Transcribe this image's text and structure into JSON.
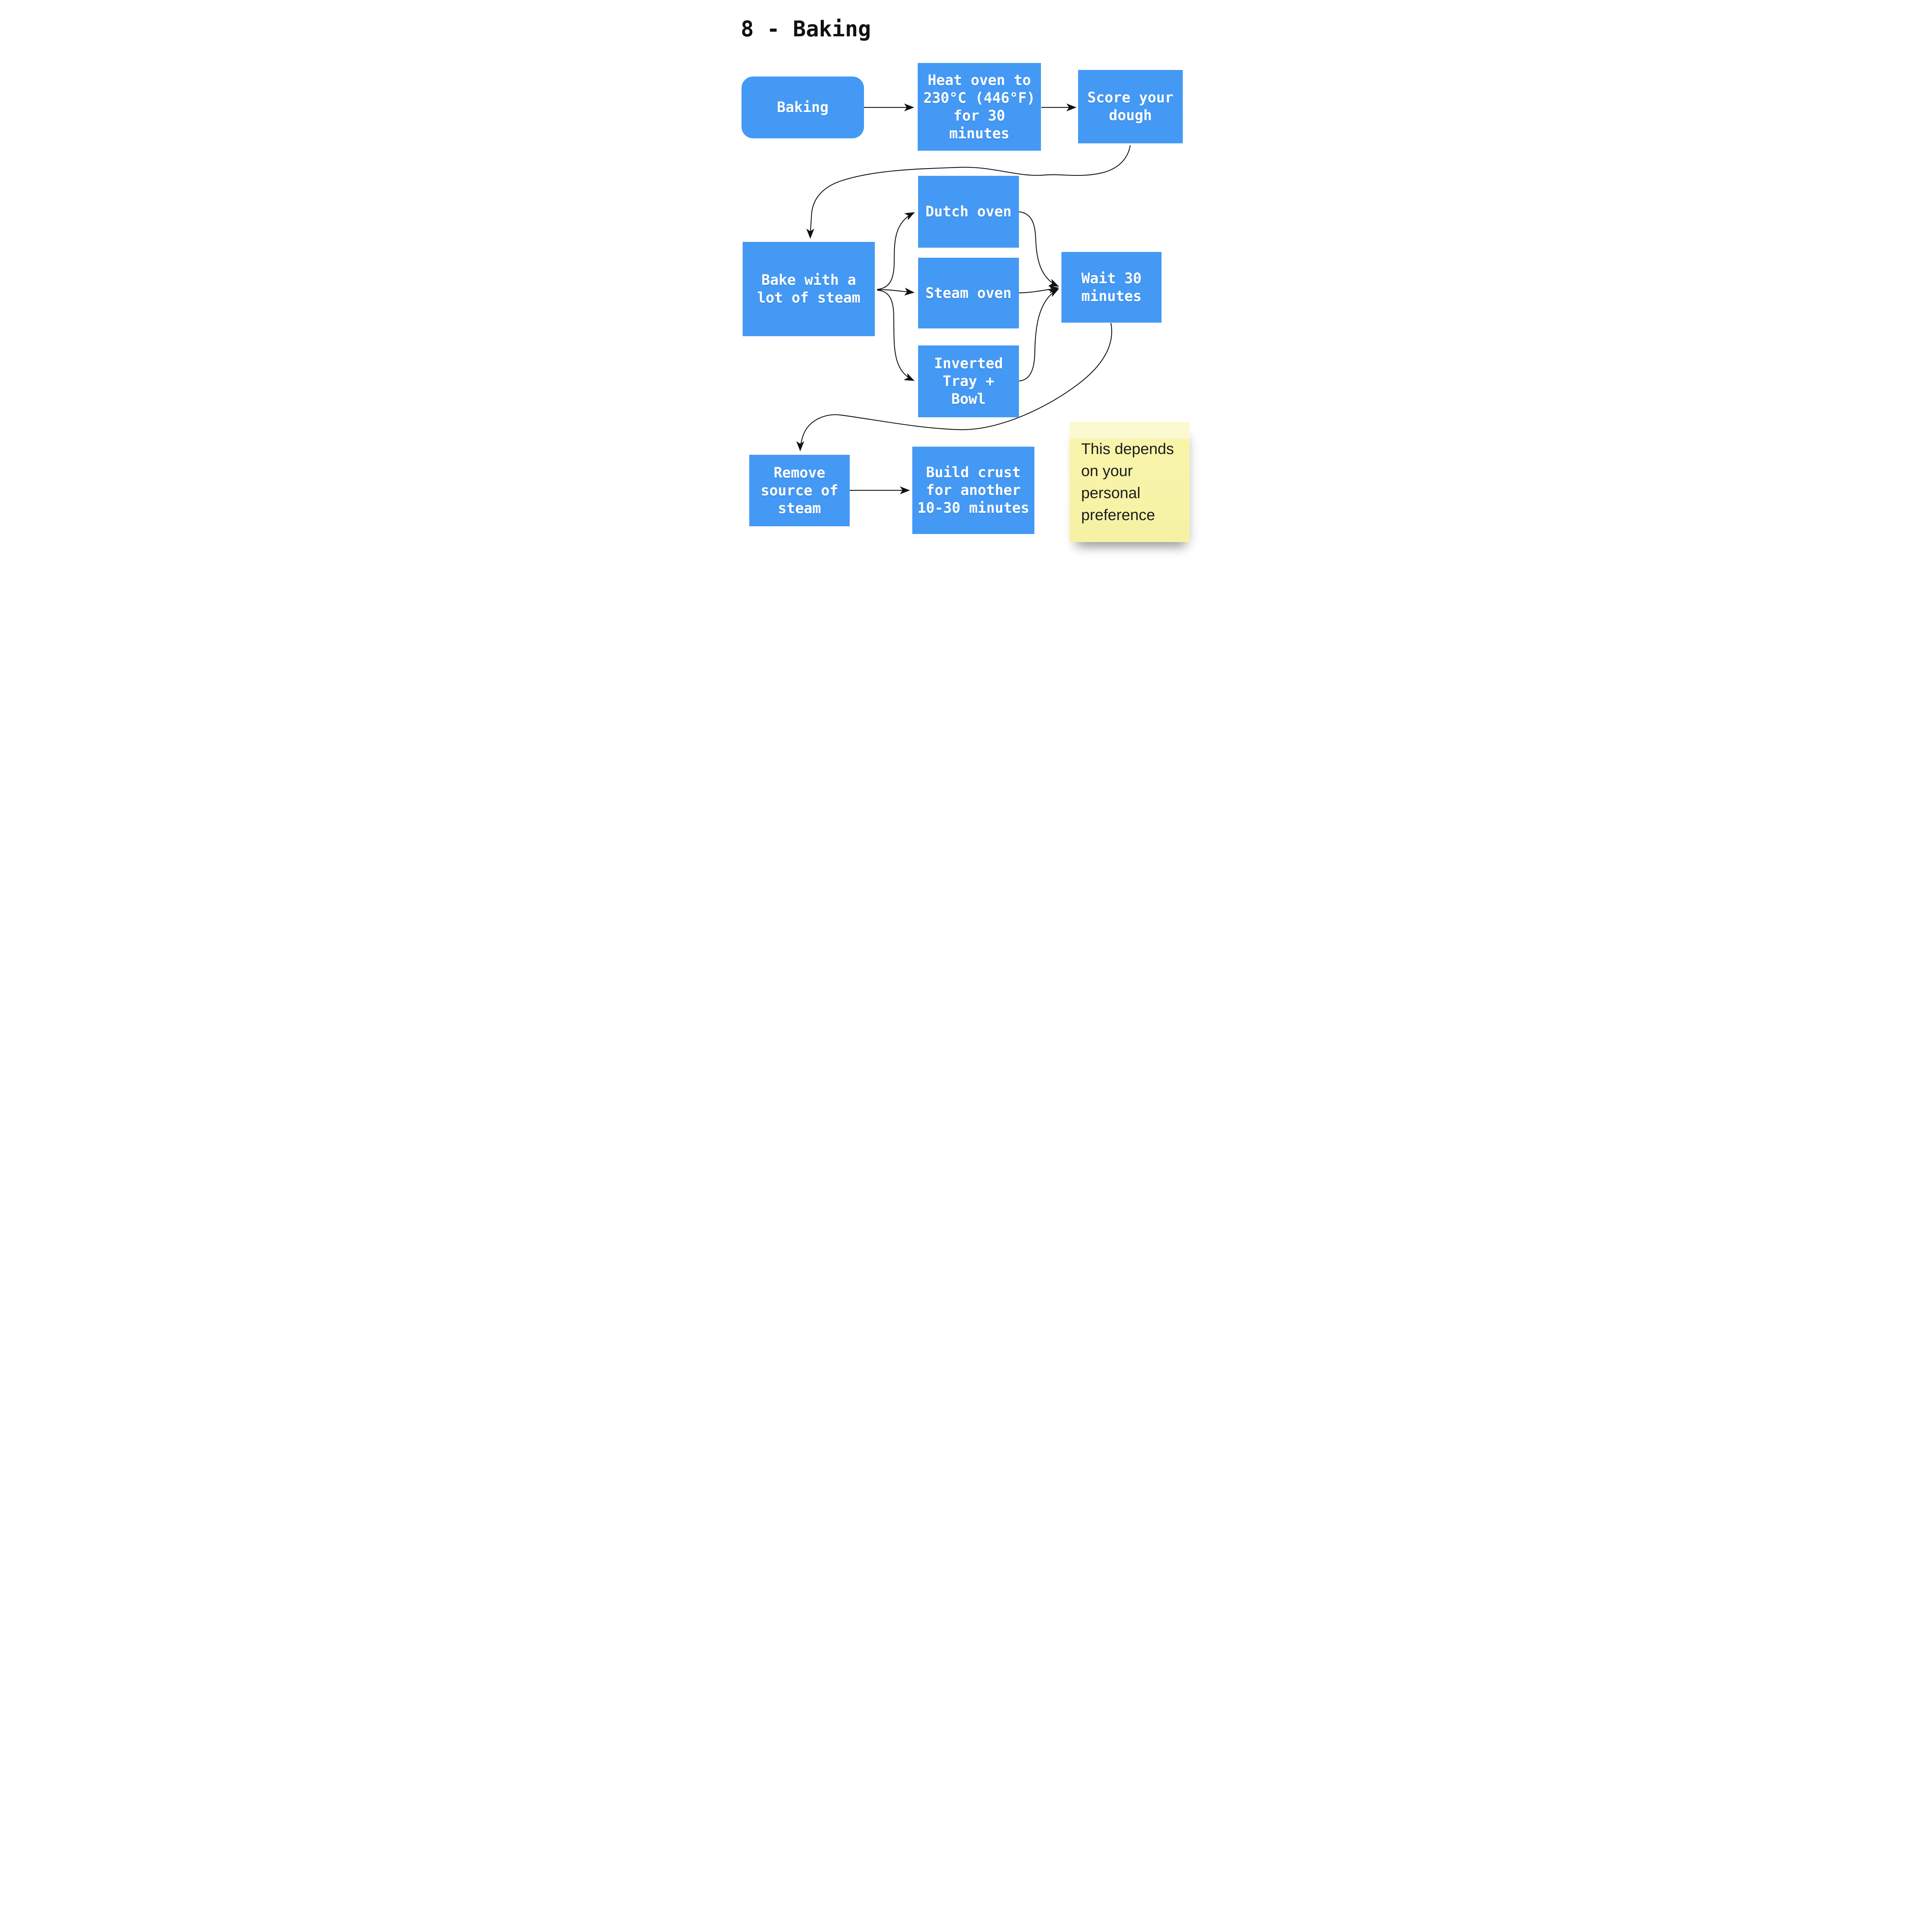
{
  "title": "8 - Baking",
  "colors": {
    "background": "#FFFFFF",
    "node_fill": "#4499F5",
    "node_text": "#FFFFFF",
    "connector": "#111111",
    "title_text": "#111111",
    "sticky_fill": "#F8F4AB",
    "sticky_fill_top": "#FBF9CF",
    "sticky_text": "#1C1C1C"
  },
  "nodes": {
    "baking": {
      "label": "Baking",
      "shape": "rounded-rectangle"
    },
    "heat": {
      "label": "Heat oven to\n230°C (446°F)\nfor 30\nminutes",
      "shape": "rectangle"
    },
    "score": {
      "label": "Score your\ndough",
      "shape": "rectangle"
    },
    "bake": {
      "label": "Bake with a\nlot of steam",
      "shape": "rectangle"
    },
    "dutch": {
      "label": "Dutch oven",
      "shape": "rectangle"
    },
    "steam": {
      "label": "Steam oven",
      "shape": "rectangle"
    },
    "inverted": {
      "label": "Inverted\nTray +\nBowl",
      "shape": "rectangle"
    },
    "wait": {
      "label": "Wait 30\nminutes",
      "shape": "rectangle"
    },
    "remove": {
      "label": "Remove\nsource of\nsteam",
      "shape": "rectangle"
    },
    "build": {
      "label": "Build crust\nfor another\n10-30 minutes",
      "shape": "rectangle"
    }
  },
  "edges": [
    {
      "from": "baking",
      "to": "heat"
    },
    {
      "from": "heat",
      "to": "score"
    },
    {
      "from": "score",
      "to": "bake"
    },
    {
      "from": "bake",
      "to": "dutch"
    },
    {
      "from": "bake",
      "to": "steam"
    },
    {
      "from": "bake",
      "to": "inverted"
    },
    {
      "from": "dutch",
      "to": "wait"
    },
    {
      "from": "steam",
      "to": "wait"
    },
    {
      "from": "inverted",
      "to": "wait"
    },
    {
      "from": "wait",
      "to": "remove"
    },
    {
      "from": "remove",
      "to": "build"
    }
  ],
  "sticky_note": {
    "text": "This depends\non your\npersonal\npreference"
  }
}
